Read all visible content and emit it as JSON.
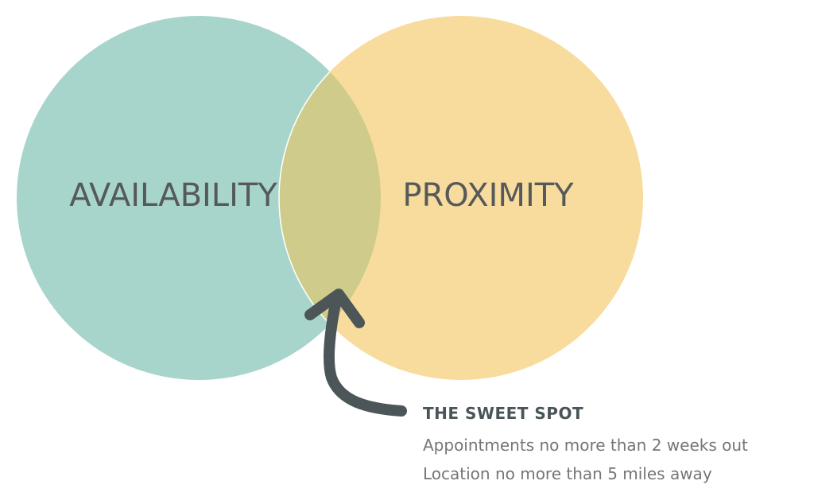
{
  "diagram": {
    "type": "venn",
    "sets": [
      {
        "id": "availability",
        "label": "AVAILABILITY",
        "color": "#a7d5cb"
      },
      {
        "id": "proximity",
        "label": "PROXIMITY",
        "color": "#f8dc9e"
      }
    ],
    "intersection": {
      "color": "#cfcb8a"
    },
    "arrow": {
      "color": "#4c5659"
    },
    "callout": {
      "title": "THE SWEET SPOT",
      "lines": [
        "Appointments no more than 2 weeks out",
        "Location no more than 5 miles away"
      ]
    }
  }
}
